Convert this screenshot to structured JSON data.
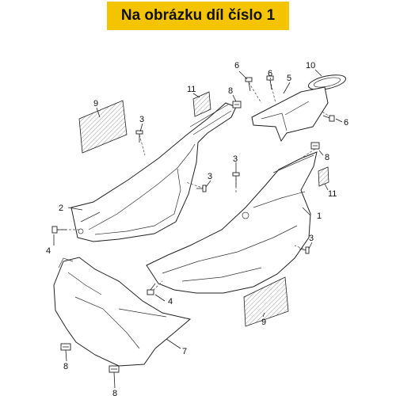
{
  "banner": {
    "title": "Na obrázku díl číslo 1"
  },
  "callouts": [
    "1",
    "2",
    "3",
    "3",
    "3",
    "3",
    "4",
    "4",
    "5",
    "6",
    "6",
    "6",
    "7",
    "8",
    "8",
    "8",
    "8",
    "9",
    "9",
    "10",
    "11",
    "11"
  ]
}
